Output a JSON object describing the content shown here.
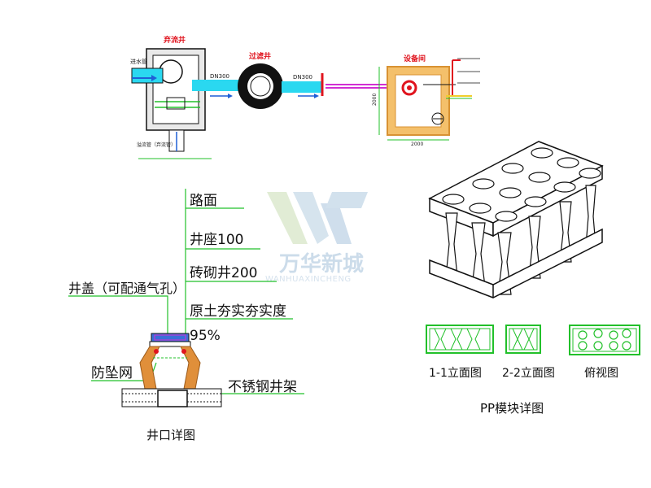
{
  "top_plan": {
    "diversion_well_label": "弃流井",
    "filter_well_label": "过滤井",
    "equipment_room_label": "设备间",
    "inlet_pipe_label": "进水管",
    "overflow_pipe_label": "溢流管（弃流管）",
    "pipe_size_1": "DN300",
    "pipe_size_2": "DN300",
    "dim_width": "2000",
    "dim_height": "2000"
  },
  "manhole_detail": {
    "caption": "井口详图",
    "labels": {
      "road_surface": "路面",
      "well_seat": "井座100",
      "brick_well": "砖砌井200",
      "compaction_line1": "原土夯实夯实度",
      "compaction_line2": "95%",
      "well_cover": "井盖（可配通气孔）",
      "fall_net": "防坠网",
      "steel_frame": "不锈钢井架"
    }
  },
  "pp_module": {
    "caption": "PP模块详图",
    "views": {
      "elevation_1": "1-1立面图",
      "elevation_2": "2-2立面图",
      "top_view": "俯视图"
    }
  },
  "watermark": {
    "brand": "万华新城",
    "sub": "WANHUAXINCHENG"
  },
  "colors": {
    "line": "#111111",
    "red": "#e0141e",
    "cyan": "#00d8f0",
    "blue": "#1f5fd6",
    "green": "#22c02a",
    "magenta": "#d12fd3",
    "yellow": "#f0ce2b",
    "brick": "#e08f3a",
    "watermark_blue": "#bcd1e4",
    "watermark_green": "#cfe4b8"
  }
}
